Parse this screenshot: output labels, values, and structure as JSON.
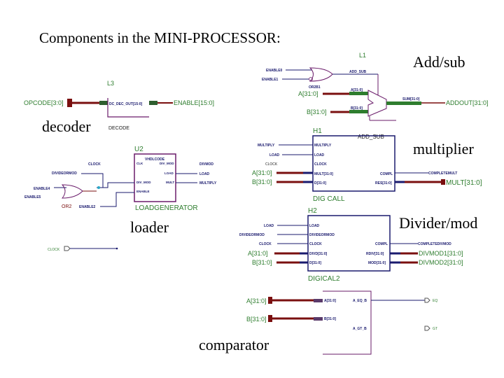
{
  "title": "Components in the MINI-PROCESSOR:",
  "captions": {
    "addsub": "Add/sub",
    "decoder": "decoder",
    "multiplier": "multiplier",
    "loader": "loader",
    "divider": "Divider/mod",
    "comparator": "comparator"
  },
  "colors": {
    "bus": "#7a0f0f",
    "wire": "#1a1a6e",
    "block": "#6a1b6a",
    "label": "#2e7d2e",
    "busstub": "#2e5e2e"
  },
  "decoder": {
    "ref": "L3",
    "input": "OPCODE[3:0]",
    "pin": "DC_DEC_OUT[15:0]",
    "output": "ENABLE[15:0]",
    "name": "DECODE"
  },
  "addsub": {
    "ref": "L1",
    "gate": "OR2B1",
    "in1": "ENABLE0",
    "in2": "ENABLE1",
    "ctrl": "ADD_SUB",
    "a": "A[31:0]",
    "b": "B[31:0]",
    "pin_a": "A[31:0]",
    "pin_b": "B[31:0]",
    "pin_sum": "SUM[31:0]",
    "output": "ADDOUT[31:0]",
    "name": "ADD_SUB"
  },
  "loader": {
    "ref": "U2",
    "inner_title": "VHDLCODE",
    "pins_left": [
      "CLK",
      "DIV_MOD",
      "ENABLE"
    ],
    "pins_right": [
      "DIV_MOD",
      "LOAD",
      "MULT"
    ],
    "sig_clock": "CLOCK",
    "sig_divmod": "DIVIDEORMOD",
    "sig_en1": "ENABLE4",
    "sig_en2": "ENABLE5",
    "sig_en3": "ENABLE2",
    "gate": "OR2",
    "out_divmod": "DIVMOD",
    "out_load": "LOAD",
    "out_mult": "MULTIPLY",
    "name": "LOADGENERATOR",
    "clock_port": "CLOCK"
  },
  "multiplier": {
    "ref": "H1",
    "pins_left": [
      "MULTIPLY",
      "LOAD",
      "CLOCK",
      "MULT[31:0]",
      "D[31:0]"
    ],
    "pins_right": [
      "COMPL",
      "RES[31:0]"
    ],
    "sig_left": [
      "MULTIPLY",
      "LOAD",
      "CLOCK",
      "A[31:0]",
      "B[31:0]"
    ],
    "sig_complete": "COMPLETEMULT",
    "output": "MULT[31:0]",
    "name": "DIG CALL"
  },
  "divider": {
    "ref": "H2",
    "pins_left": [
      "LOAD",
      "DIVIDEORMOD",
      "CLOCK",
      "DIVD[31:0]",
      "D[31:0]"
    ],
    "pins_right": [
      "COMPL",
      "RDIV[31:0]",
      "MOD[31:0]"
    ],
    "sig_left": [
      "LOAD",
      "DIVIDEORMOD",
      "CLOCK",
      "A[31:0]",
      "B[31:0]"
    ],
    "sig_complete": "COMPLETEDIVMOD",
    "out1": "DIVMOD1[31:0]",
    "out2": "DIVMOD2[31:0]",
    "name": "DIGICAL2"
  },
  "comparator": {
    "a": "A[31:0]",
    "b": "B[31:0]",
    "pin_a": "A[31:0]",
    "pin_b": "B[31:0]",
    "pin_eq": "A_EQ_B",
    "pin_gt": "A_GT_B",
    "out_eq": "EQ",
    "out_gt": "GT"
  }
}
